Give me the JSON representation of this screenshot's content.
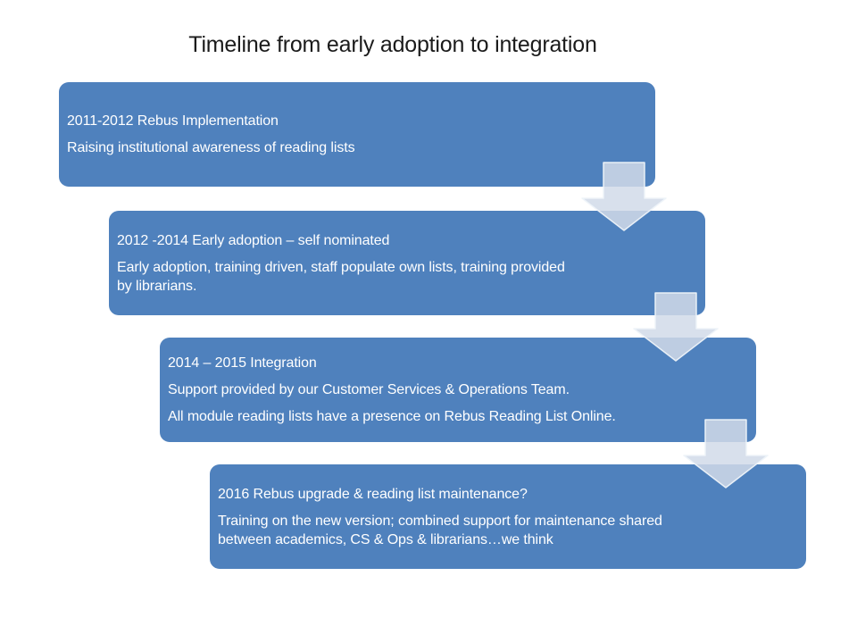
{
  "slide": {
    "title": "Timeline from early adoption to integration",
    "colors": {
      "box_fill": "#4F81BD",
      "box_text": "#FFFFFF",
      "arrow_fill": "#D1DAE9",
      "arrow_border": "#EEF3F9",
      "title_text": "#1B1B1B",
      "background": "#FFFFFF"
    },
    "icons": {
      "connector": "down-arrow"
    },
    "timeline": [
      {
        "heading": "2011-2012 Rebus Implementation",
        "paragraphs": [
          "Raising institutional awareness of reading lists"
        ]
      },
      {
        "heading": "2012 -2014 Early adoption – self nominated",
        "paragraphs": [
          "Early adoption, training driven, staff populate own lists, training provided by librarians."
        ]
      },
      {
        "heading": "2014 – 2015 Integration",
        "paragraphs": [
          "Support provided by our Customer Services & Operations Team.",
          "All module reading lists have a presence on Rebus Reading List Online."
        ]
      },
      {
        "heading": "2016 Rebus upgrade & reading list maintenance?",
        "paragraphs": [
          "Training on the new version; combined support for maintenance shared between academics, CS & Ops & librarians…we think"
        ]
      }
    ]
  }
}
